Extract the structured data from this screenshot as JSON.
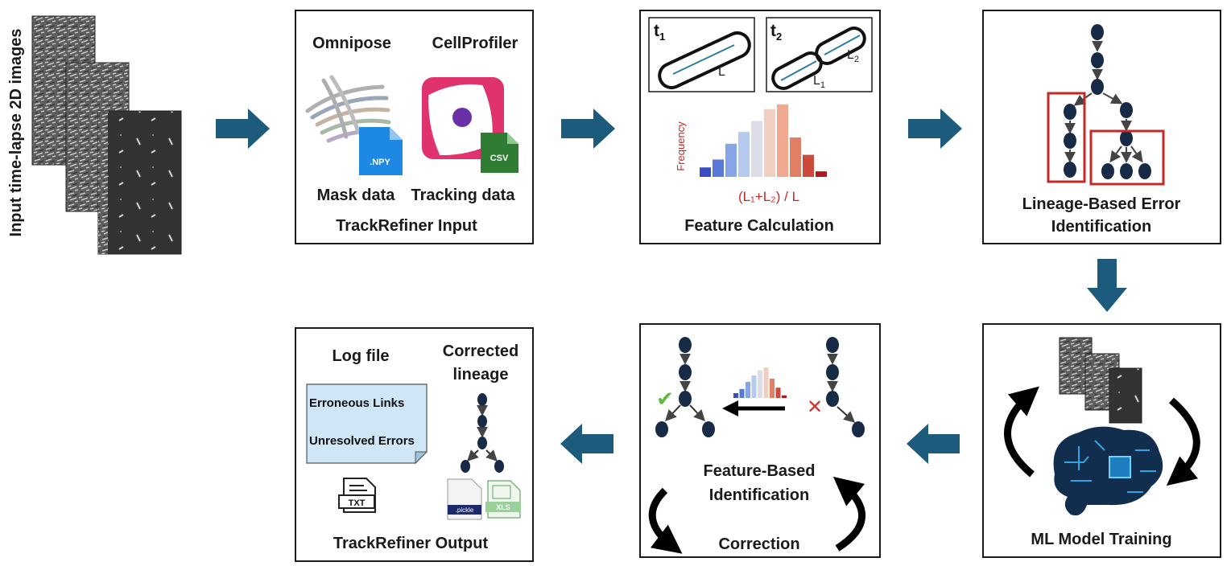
{
  "colors": {
    "arrow": "#1c5b7c",
    "node": "#172a46",
    "error_box": "#c62828",
    "log_fill": "#cfe6f7",
    "npy_blue": "#1e88e5",
    "csv_green": "#2e7d32",
    "cellprofiler_pink": "#e0336e",
    "check_green": "#5cbd3a",
    "cross_red": "#d32f2f"
  },
  "input": {
    "label": "Input time-lapse 2D images"
  },
  "panel_input": {
    "tool_left": "Omnipose",
    "tool_right": "CellProfiler",
    "npy_label": ".NPY",
    "csv_label": "CSV",
    "caption_left": "Mask data",
    "caption_right": "Tracking data",
    "title": "TrackRefiner Input"
  },
  "panel_feature": {
    "t1": "t",
    "t1_sub": "1",
    "t2": "t",
    "t2_sub": "2",
    "len_l": "L",
    "len_l1": "L",
    "len_l1_sub": "1",
    "len_l2": "L",
    "len_l2_sub": "2",
    "freq_label": "Frequency",
    "formula": "(L₁+L₂) / L",
    "title": "Feature Calculation"
  },
  "panel_lineage": {
    "title_1": "Lineage-Based Error",
    "title_2": "Identification"
  },
  "panel_ml": {
    "title": "ML Model Training"
  },
  "panel_correction": {
    "title_1": "Feature-Based",
    "title_2": "Identification",
    "title_3": "Correction",
    "check": "✔",
    "cross": "✕"
  },
  "panel_output": {
    "log_title": "Log file",
    "corrected_1": "Corrected",
    "corrected_2": "lineage",
    "log_line_1": "Erroneous Links",
    "log_line_2": "Unresolved Errors",
    "txt_label": "TXT",
    "pickle_label": ".pickle",
    "xls_label": "XLS",
    "title": "TrackRefiner Output"
  },
  "histograms": {
    "feature_values": [
      0.12,
      0.22,
      0.42,
      0.57,
      0.71,
      0.86,
      0.92,
      0.5,
      0.28,
      0.07
    ],
    "mini_values": [
      0.15,
      0.28,
      0.5,
      0.7,
      0.86,
      0.95,
      0.6,
      0.32,
      0.08
    ],
    "bar_colors": [
      "#3c4cc2",
      "#5a78d6",
      "#86a4e6",
      "#b6c9ef",
      "#dcdde6",
      "#f0cfc1",
      "#efa98e",
      "#e07f63",
      "#cc4a3c",
      "#b1171f"
    ]
  }
}
